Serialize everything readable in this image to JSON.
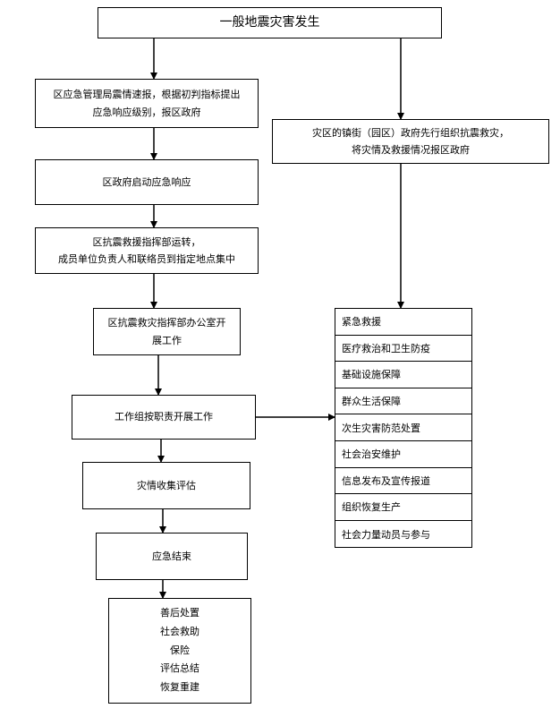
{
  "title": "一般地震灾害发生",
  "left_steps": [
    [
      "区应急管理局震情速报，根据初判指标提出",
      "应急响应级别，报区政府"
    ],
    [
      "区政府启动应急响应"
    ],
    [
      "区抗震救援指挥部运转，",
      "成员单位负责人和联络员到指定地点集中"
    ],
    [
      "区抗震救灾指挥部办公室开",
      "展工作"
    ],
    [
      "工作组按职责开展工作"
    ],
    [
      "灾情收集评估"
    ],
    [
      "应急结束"
    ]
  ],
  "right_step": [
    "灾区的镇街（园区）政府先行组织抗震救灾，",
    "将灾情及救援情况报区政府"
  ],
  "tasks": [
    "紧急救援",
    "医疗救治和卫生防疫",
    "基础设施保障",
    "群众生活保障",
    "次生灾害防范处置",
    "社会治安维护",
    "信息发布及宣传报道",
    "组织恢复生产",
    "社会力量动员与参与"
  ],
  "final_box": [
    "善后处置",
    "社会救助",
    "保险",
    "评估总结",
    "恢复重建"
  ]
}
